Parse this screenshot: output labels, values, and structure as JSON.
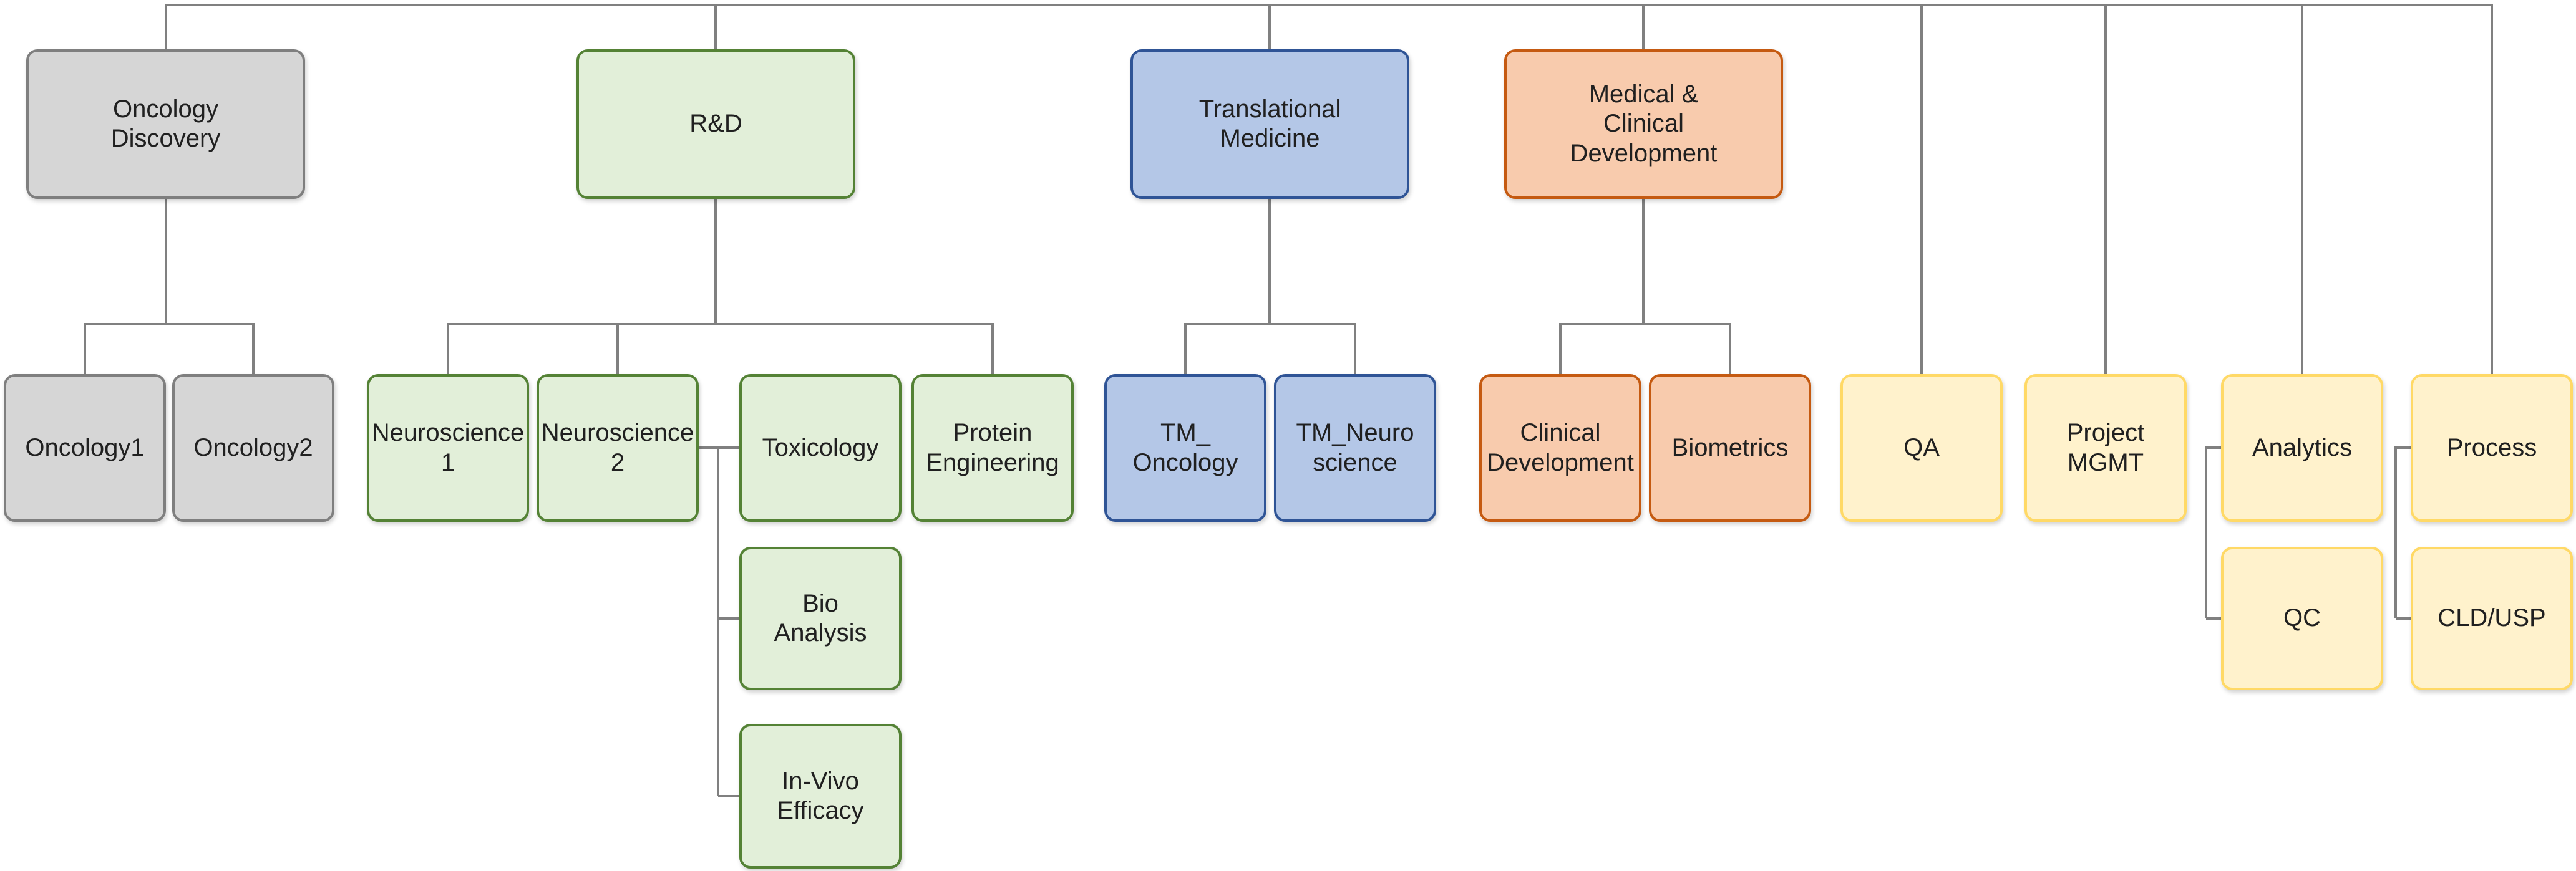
{
  "diagram": {
    "type": "org-chart",
    "connector_color": "#808080",
    "text_color": "#202020",
    "palette": {
      "gray": {
        "fill": "#d6d6d6",
        "border": "#7f7f7f"
      },
      "green": {
        "fill": "#e2efd9",
        "border": "#548235"
      },
      "blue": {
        "fill": "#b4c7e7",
        "border": "#2f5496"
      },
      "orange": {
        "fill": "#f8cbad",
        "border": "#c55a11"
      },
      "yellow": {
        "fill": "#fff2cc",
        "border": "#ffd966"
      }
    },
    "nodes": {
      "oncology_discovery": {
        "label": "Oncology\nDiscovery",
        "color": "gray",
        "parent": "top-rail"
      },
      "rnd": {
        "label": "R&D",
        "color": "green",
        "parent": "top-rail"
      },
      "translational_medicine": {
        "label": "Translational\nMedicine",
        "color": "blue",
        "parent": "top-rail"
      },
      "medical_clinical_development": {
        "label": "Medical &\nClinical\nDevelopment",
        "color": "orange",
        "parent": "top-rail"
      },
      "oncology1": {
        "label": "Oncology1",
        "color": "gray",
        "parent": "oncology_discovery"
      },
      "oncology2": {
        "label": "Oncology2",
        "color": "gray",
        "parent": "oncology_discovery"
      },
      "neuroscience1": {
        "label": "Neuroscience\n1",
        "color": "green",
        "parent": "rnd"
      },
      "neuroscience2": {
        "label": "Neuroscience\n2",
        "color": "green",
        "parent": "rnd"
      },
      "toxicology": {
        "label": "Toxicology",
        "color": "green",
        "parent": "rnd"
      },
      "protein_engineering": {
        "label": "Protein\nEngineering",
        "color": "green",
        "parent": "rnd"
      },
      "bio_analysis": {
        "label": "Bio\nAnalysis",
        "color": "green",
        "parent": "toxicology"
      },
      "in_vivo_efficacy": {
        "label": "In-Vivo\nEfficacy",
        "color": "green",
        "parent": "toxicology"
      },
      "tm_oncology": {
        "label": "TM_\nOncology",
        "color": "blue",
        "parent": "translational_medicine"
      },
      "tm_neuroscience": {
        "label": "TM_Neuro\nscience",
        "color": "blue",
        "parent": "translational_medicine"
      },
      "clinical_development": {
        "label": "Clinical\nDevelopment",
        "color": "orange",
        "parent": "medical_clinical_development"
      },
      "biometrics": {
        "label": "Biometrics",
        "color": "orange",
        "parent": "medical_clinical_development"
      },
      "qa": {
        "label": "QA",
        "color": "yellow",
        "parent": "top-rail"
      },
      "project_mgmt": {
        "label": "Project\nMGMT",
        "color": "yellow",
        "parent": "top-rail"
      },
      "analytics": {
        "label": "Analytics",
        "color": "yellow",
        "parent": "top-rail"
      },
      "qc": {
        "label": "QC",
        "color": "yellow",
        "parent": "analytics"
      },
      "process": {
        "label": "Process",
        "color": "yellow",
        "parent": "top-rail"
      },
      "cld_usp": {
        "label": "CLD/USP",
        "color": "yellow",
        "parent": "process"
      }
    }
  }
}
